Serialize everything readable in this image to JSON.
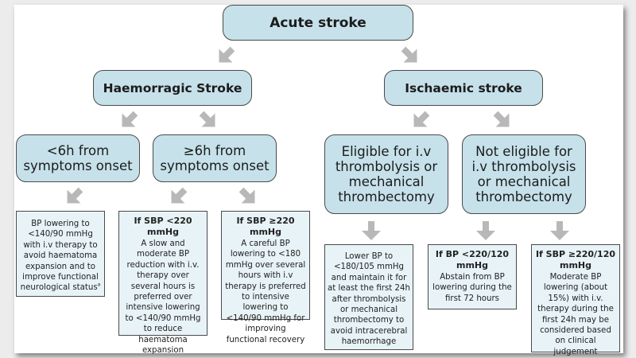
{
  "colors": {
    "node_fill": "#c6e1ea",
    "leaf_fill": "#e8f3f7",
    "arrow": "#b8b8b8",
    "border": "#4a4a4a"
  },
  "root": {
    "label": "Acute stroke"
  },
  "branches": {
    "haemorrhagic": {
      "label": "Haemorragic Stroke",
      "lt6h": {
        "label": "<6h from symptoms onset",
        "leaf": {
          "text": "BP lowering to <140/90 mmHg with i.v therapy to avoid haematoma expansion and to improve functional neurological status",
          "footnote": "a"
        }
      },
      "ge6h": {
        "label": "≥6h from symptoms onset",
        "leaf_lt220": {
          "heading": "If SBP <220 mmHg",
          "text": "A slow and moderate BP reduction with i.v. therapy over several hours is preferred over intensive lowering to <140/90 mmHg to reduce haematoma expansion"
        },
        "leaf_ge220": {
          "heading": "If SBP ≥220 mmHg",
          "text": "A careful BP lowering to <180 mmHg over several hours with i.v therapy is preferred to intensive lowering to <140/90 mmHg for improving functional recovery"
        }
      }
    },
    "ischaemic": {
      "label": "Ischaemic stroke",
      "eligible": {
        "label": "Eligible for i.v thrombolysis or mechanical thrombectomy",
        "leaf": {
          "text": "Lower BP to <180/105 mmHg and maintain it for at least the first 24h after thrombolysis or mechanical thrombectomy to avoid intracerebral haemorrhage"
        }
      },
      "not_eligible": {
        "label": "Not eligible for i.v thrombolysis or mechanical thrombectomy",
        "leaf_lt": {
          "heading": "If BP <220/120 mmHg",
          "text": "Abstain from BP lowering during the first 72 hours"
        },
        "leaf_ge": {
          "heading": "If SBP ≥220/120 mmHg",
          "text": "Moderate BP lowering (about 15%) with i.v. therapy during the first 24h may be considered based on clinical judgement"
        }
      }
    }
  },
  "icons": {
    "arrow": "arrow-icon"
  }
}
